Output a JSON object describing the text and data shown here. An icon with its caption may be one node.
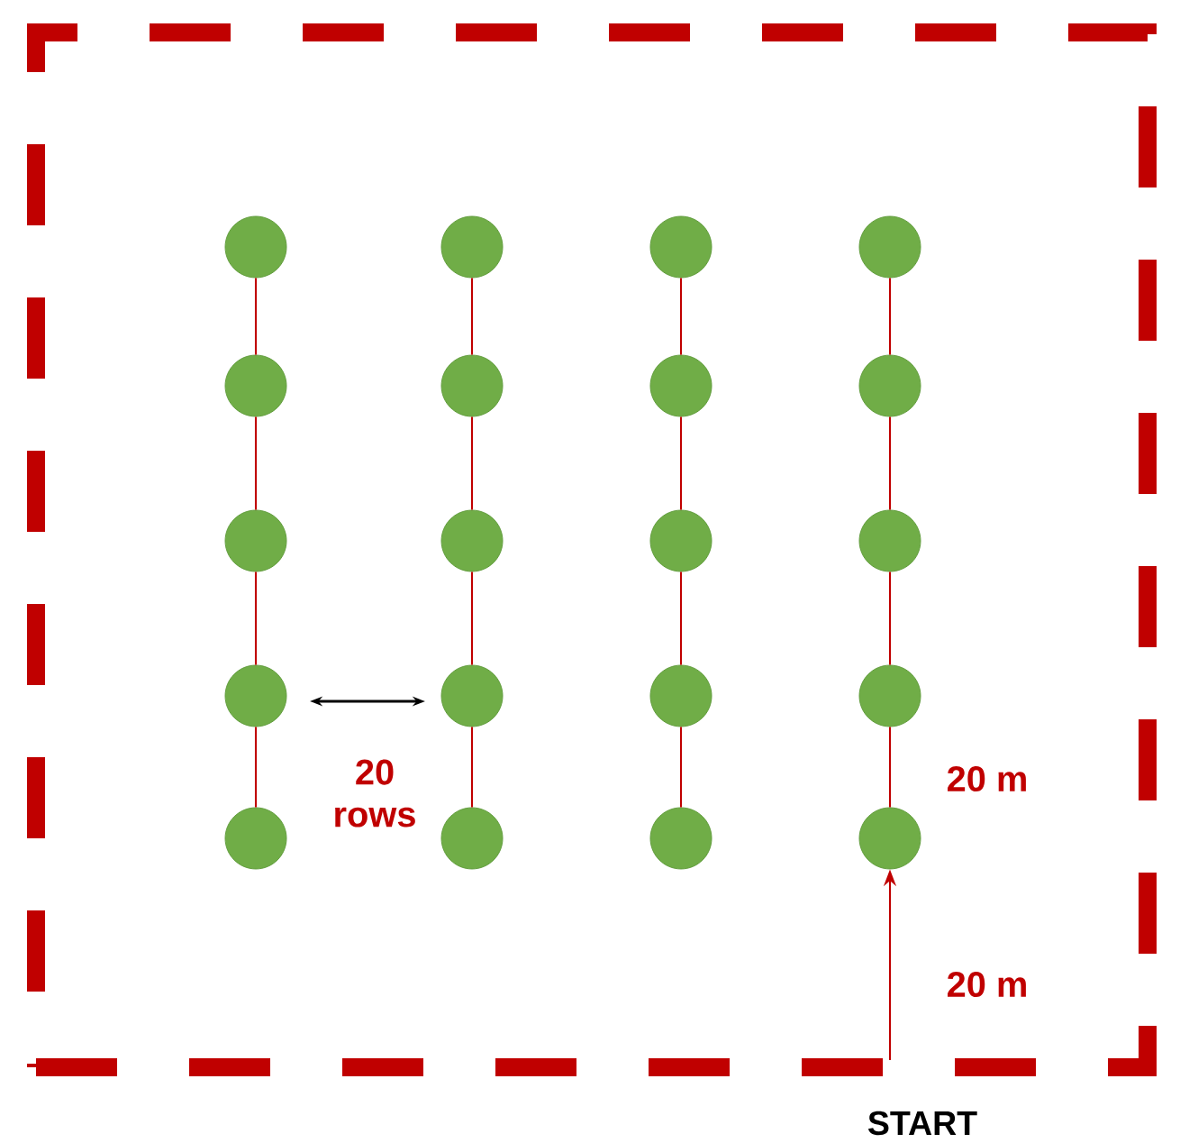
{
  "diagram": {
    "nodes": [
      {
        "text": [],
        "shape": "circle"
      },
      {
        "text": [],
        "shape": "circle"
      },
      {
        "text": [],
        "shape": "circle"
      },
      {
        "text": [],
        "shape": "circle"
      },
      {
        "text": [],
        "shape": "circle"
      },
      {
        "text": [],
        "shape": "circle"
      },
      {
        "text": [],
        "shape": "circle"
      },
      {
        "text": [],
        "shape": "circle"
      },
      {
        "text": [],
        "shape": "circle"
      },
      {
        "text": [],
        "shape": "circle"
      },
      {
        "text": [],
        "shape": "circle"
      },
      {
        "text": [],
        "shape": "circle"
      },
      {
        "text": [],
        "shape": "circle"
      },
      {
        "text": [],
        "shape": "circle"
      },
      {
        "text": [],
        "shape": "circle"
      },
      {
        "text": [],
        "shape": "circle"
      },
      {
        "text": [],
        "shape": "circle"
      },
      {
        "text": [],
        "shape": "circle"
      },
      {
        "text": [],
        "shape": "circle"
      },
      {
        "text": [],
        "shape": "circle"
      },
      {
        "text": [
          "START"
        ]
      }
    ],
    "edges": [
      {
        "from": 0,
        "to": 4,
        "arrow": "none"
      },
      {
        "from": 4,
        "to": 8,
        "arrow": "none"
      },
      {
        "from": 8,
        "to": 12,
        "arrow": "none"
      },
      {
        "from": 12,
        "to": 16,
        "arrow": "none"
      },
      {
        "from": 1,
        "to": 5,
        "arrow": "none"
      },
      {
        "from": 5,
        "to": 9,
        "arrow": "none"
      },
      {
        "from": 9,
        "to": 13,
        "arrow": "none"
      },
      {
        "from": 13,
        "to": 17,
        "arrow": "none"
      },
      {
        "from": 2,
        "to": 6,
        "arrow": "none"
      },
      {
        "from": 6,
        "to": 10,
        "arrow": "none"
      },
      {
        "from": 10,
        "to": 14,
        "arrow": "none"
      },
      {
        "from": 14,
        "to": 18,
        "arrow": "none"
      },
      {
        "from": 3,
        "to": 7,
        "arrow": "none"
      },
      {
        "from": 7,
        "to": 11,
        "arrow": "none"
      },
      {
        "from": 11,
        "to": 15,
        "arrow": "none"
      },
      {
        "from": 15,
        "to": 19,
        "arrow": "none",
        "label": "20 m"
      },
      {
        "from": 20,
        "to": 19,
        "arrow": "to",
        "label": "20 m"
      }
    ],
    "labels": [
      "20 rows"
    ]
  }
}
